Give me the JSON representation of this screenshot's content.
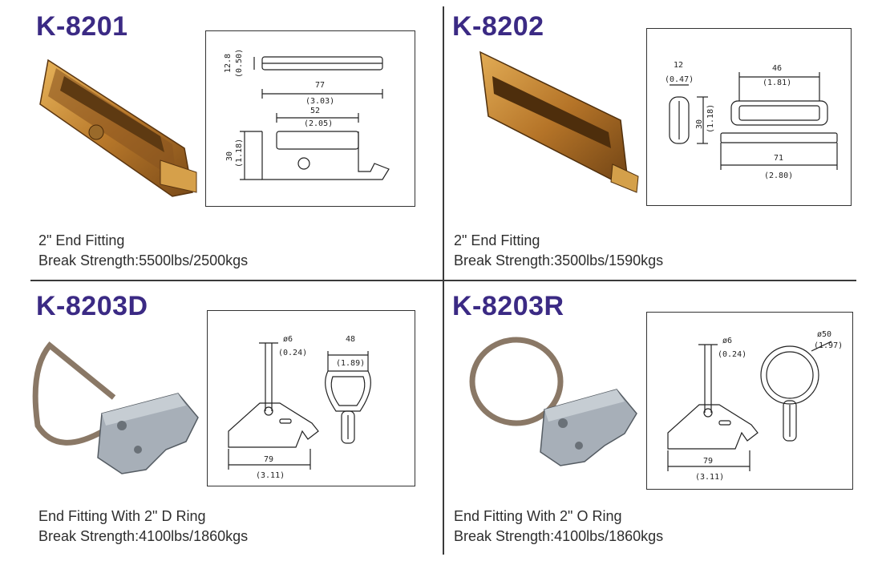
{
  "products": [
    {
      "code": "K-8201",
      "name": "2\" End Fitting",
      "strength": "Break Strength:5500lbs/2500kgs",
      "dims": {
        "a": "12.8",
        "a_in": "(0.50)",
        "b": "77",
        "b_in": "(3.03)",
        "c": "52",
        "c_in": "(2.05)",
        "d": "30",
        "d_in": "(1.18)"
      }
    },
    {
      "code": "K-8202",
      "name": "2\" End Fitting",
      "strength": "Break Strength:3500lbs/1590kgs",
      "dims": {
        "a": "12",
        "a_in": "(0.47)",
        "b": "46",
        "b_in": "(1.81)",
        "c": "30",
        "c_in": "(1.18)",
        "d": "71",
        "d_in": "(2.80)"
      }
    },
    {
      "code": "K-8203D",
      "name": "End Fitting With 2\" D Ring",
      "strength": "Break Strength:4100lbs/1860kgs",
      "dims": {
        "a": "ø6",
        "a_in": "(0.24)",
        "b": "48",
        "b_in": "(1.89)",
        "c": "79",
        "c_in": "(3.11)"
      }
    },
    {
      "code": "K-8203R",
      "name": "End Fitting With 2\" O Ring",
      "strength": "Break Strength:4100lbs/1860kgs",
      "dims": {
        "a": "ø6",
        "a_in": "(0.24)",
        "b": "ø50",
        "b_in": "(1.97)",
        "c": "79",
        "c_in": "(3.11)"
      }
    }
  ],
  "colors": {
    "code": "#3b2a84",
    "brass": "#c98a2c",
    "steel": "#9aa3ad"
  }
}
